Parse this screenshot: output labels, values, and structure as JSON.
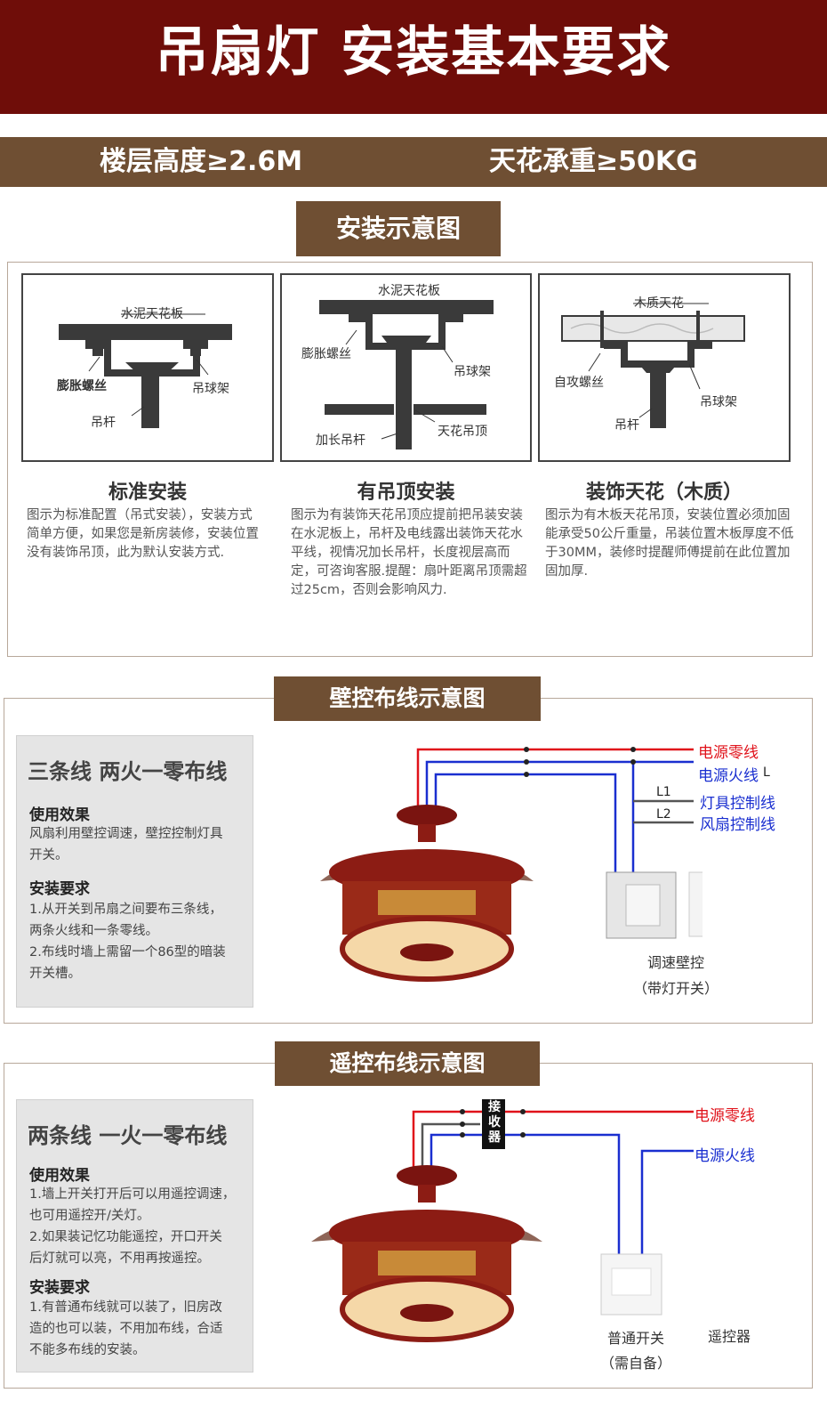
{
  "header": {
    "title": "吊扇灯 安装基本要求"
  },
  "requirements": {
    "floor_height": "楼层高度≥2.6M",
    "ceiling_load": "天花承重≥50KG"
  },
  "install_diagram": {
    "section_title": "安装示意图",
    "columns": [
      {
        "title": "标准安装",
        "labels": {
          "ceiling": "水泥天花板",
          "screw": "膨胀螺丝",
          "bracket": "吊球架",
          "rod": "吊杆"
        },
        "text": "图示为标准配置（吊式安装），安装方式简单方便，如果您是新房装修，安装位置没有装饰吊顶，此为默认安装方式."
      },
      {
        "title": "有吊顶安装",
        "labels": {
          "ceiling": "水泥天花板",
          "screw": "膨胀螺丝",
          "bracket": "吊球架",
          "rod": "加长吊杆",
          "false_ceiling": "天花吊顶"
        },
        "text": "图示为有装饰天花吊顶应提前把吊装安装在水泥板上，吊杆及电线露出装饰天花水平线，视情况加长吊杆，长度视层高而定，可咨询客服.提醒：扇叶距离吊顶需超过25cm，否则会影响风力."
      },
      {
        "title": "装饰天花（木质）",
        "labels": {
          "ceiling": "木质天花",
          "screw": "自攻螺丝",
          "bracket": "吊球架",
          "rod": "吊杆"
        },
        "text": "图示为有木板天花吊顶，安装位置必须加固能承受50公斤重量，吊装位置木板厚度不低于30MM，装修时提醒师傅提前在此位置加固加厚."
      }
    ]
  },
  "wall_control": {
    "section_title": "壁控布线示意图",
    "card_title": "三条线 两火一零布线",
    "effect_head": "使用效果",
    "effect_lines": [
      "风扇利用壁控调速，壁控控制灯具",
      "开关。"
    ],
    "install_head": "安装要求",
    "install_lines": [
      "1.从开关到吊扇之间要布三条线，",
      "两条火线和一条零线。",
      "2.布线时墙上需留一个86型的暗装",
      "开关槽。"
    ],
    "wires": {
      "neutral": "电源零线",
      "live": "电源火线",
      "live_tag": "L",
      "l1": "L1",
      "l1_label": "灯具控制线",
      "l2": "L2",
      "l2_label": "风扇控制线"
    },
    "device_caption": [
      "调速壁控",
      "（带灯开关）"
    ],
    "colors": {
      "red": "#e0121a",
      "blue": "#1a2fd0"
    }
  },
  "remote_control": {
    "section_title": "遥控布线示意图",
    "card_title": "两条线 一火一零布线",
    "effect_head": "使用效果",
    "effect_lines": [
      "1.墙上开关打开后可以用遥控调速，",
      "也可用遥控开/关灯。",
      "2.如果装记忆功能遥控，开口开关",
      "后灯就可以亮，不用再按遥控。"
    ],
    "install_head": "安装要求",
    "install_lines": [
      "1.有普通布线就可以装了，旧房改",
      "造的也可以装，不用加布线，合适",
      "不能多布线的安装。"
    ],
    "receiver": "接收器",
    "wires": {
      "neutral": "电源零线",
      "live": "电源火线"
    },
    "switch_caption": [
      "普通开关",
      "（需自备）"
    ],
    "remote_caption": "遥控器"
  }
}
